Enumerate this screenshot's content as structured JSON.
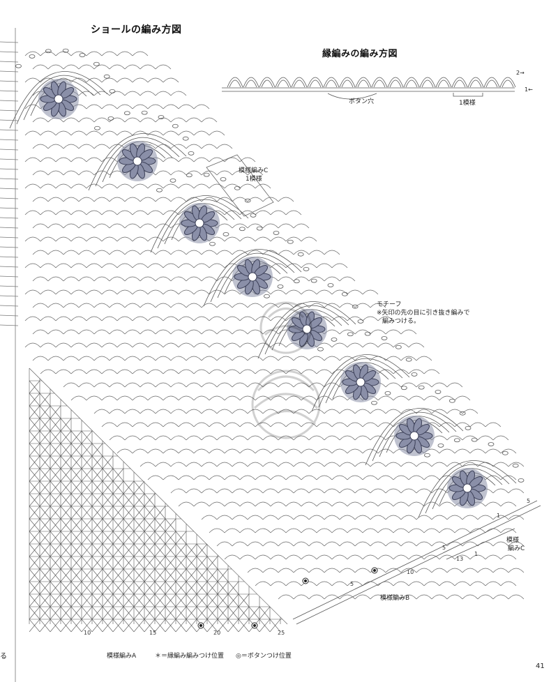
{
  "titles": {
    "shawl": "ショールの編み方図",
    "edging": "縁編みの編み方図"
  },
  "edging": {
    "buttonhole": "ボタン穴",
    "one_repeat": "1模様",
    "row2": "2→",
    "row1": "1←"
  },
  "annotations": {
    "pattern_c_box_line1": "模様編みC",
    "pattern_c_box_line2": "1模様",
    "motif_title": "モチーフ",
    "motif_note_line1": "※矢印の先の目に引き抜き編みで",
    "motif_note_line2": "編みつける。",
    "pattern_c_side_line1": "模様",
    "pattern_c_side_line2": "編みC",
    "pattern_b": "模様編みB",
    "pattern_a": "模様編みA"
  },
  "legend": {
    "edging_position": "＊＝縁編み編みつけ位置",
    "button_position": "◎＝ボタンつけ位置"
  },
  "bottom_numbers": [
    "10",
    "15",
    "20",
    "25"
  ],
  "diagonal_numbers": [
    "5",
    "10",
    "5",
    "13",
    "1"
  ],
  "right_edge_numbers": [
    "5",
    "1"
  ],
  "page_number": "41",
  "left_margin_text": "る",
  "colors": {
    "line": "#4a4a4a",
    "motif_fill": "#8a8fa8",
    "motif_dark": "#3b3f57",
    "background": "#ffffff"
  }
}
